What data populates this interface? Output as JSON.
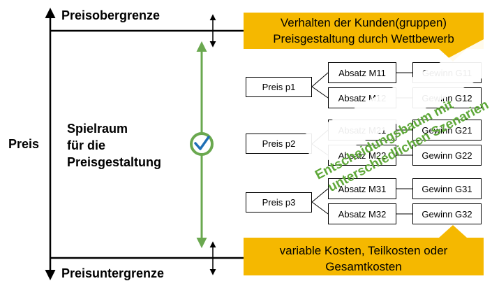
{
  "axis": {
    "left_label": "Preis",
    "upper_label": "Preisobergrenze",
    "lower_label": "Preisuntergrenze",
    "middle_label_lines": [
      "Spielraum",
      "für die",
      "Preisgestaltung"
    ]
  },
  "top_banner": {
    "lines": [
      "Verhalten der Kunden(gruppen)",
      "Preisgestaltung durch Wettbewerb"
    ]
  },
  "bottom_banner": {
    "lines": [
      "variable Kosten, Teilkosten oder",
      "Gesamtkosten"
    ]
  },
  "tree": {
    "prices": [
      {
        "label": "Preis p1",
        "branches": [
          {
            "absatz": "Absatz M11",
            "gewinn": "Gewinn  G11"
          },
          {
            "absatz": "Absatz M12",
            "gewinn": "Gewinn  G12"
          }
        ]
      },
      {
        "label": "Preis p2",
        "branches": [
          {
            "absatz": "Absatz M21",
            "gewinn": "Gewinn  G21"
          },
          {
            "absatz": "Absatz M22",
            "gewinn": "Gewinn  G22"
          }
        ]
      },
      {
        "label": "Preis p3",
        "branches": [
          {
            "absatz": "Absatz M31",
            "gewinn": "Gewinn  G31"
          },
          {
            "absatz": "Absatz M32",
            "gewinn": "Gewinn  G32"
          }
        ]
      }
    ]
  },
  "overlay": {
    "lines": [
      "Entscheidungsbaum mit",
      "unterschiedlichen Szenarien"
    ],
    "color": "#5fa83a"
  },
  "colors": {
    "banner": "#f5b800",
    "range_arrow": "#6aa84f",
    "check": "#1f6fb5"
  }
}
